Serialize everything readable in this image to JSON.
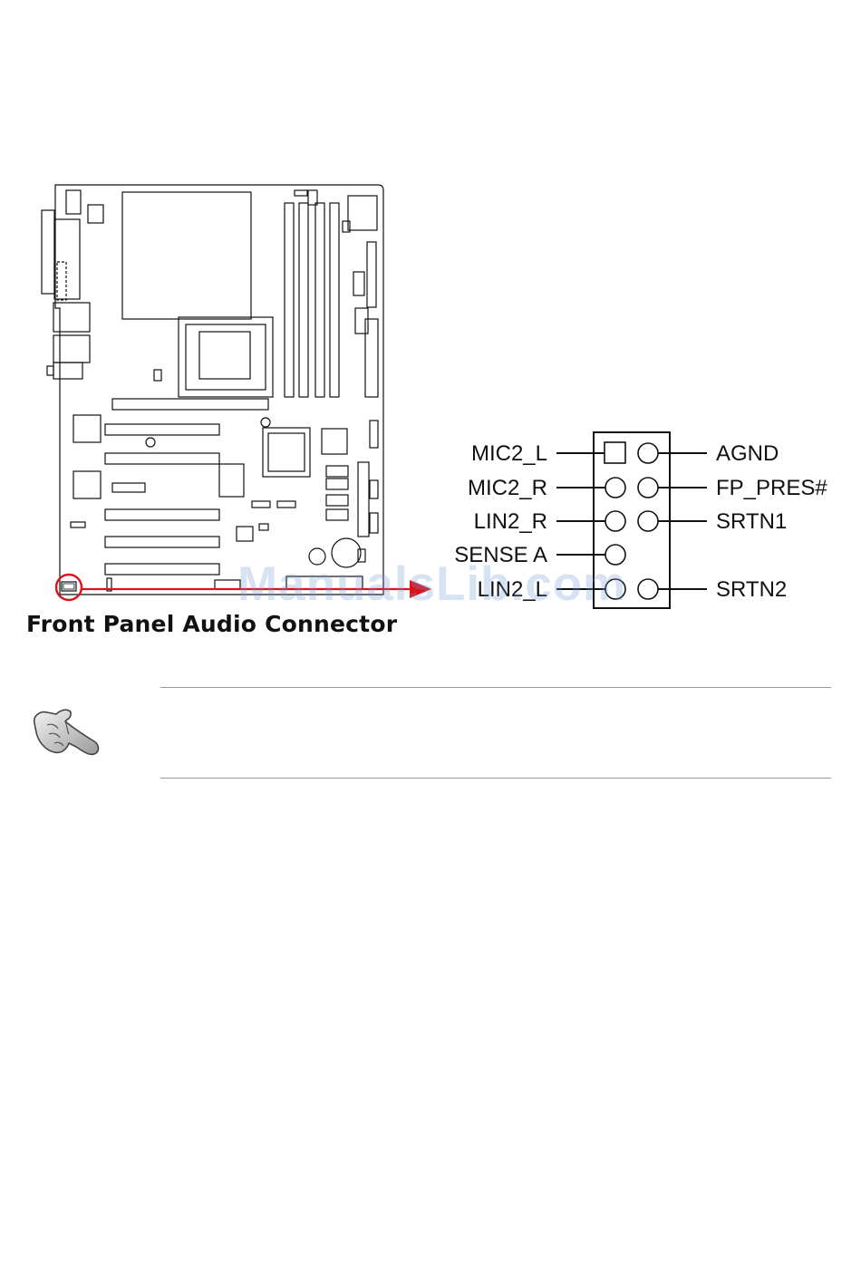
{
  "figure": {
    "caption": "Front Panel Audio Connector",
    "watermark": "ManualsLib.com",
    "left_pins": [
      "MIC2_L",
      "MIC2_R",
      "LIN2_R",
      "SENSE A",
      "LIN2_L"
    ],
    "right_pins": [
      "AGND",
      "FP_PRES#",
      "SRTN1",
      "",
      "SRTN2"
    ],
    "highlight_color": "#d9141c"
  },
  "note": {
    "icon": "hand-pointing-icon"
  }
}
